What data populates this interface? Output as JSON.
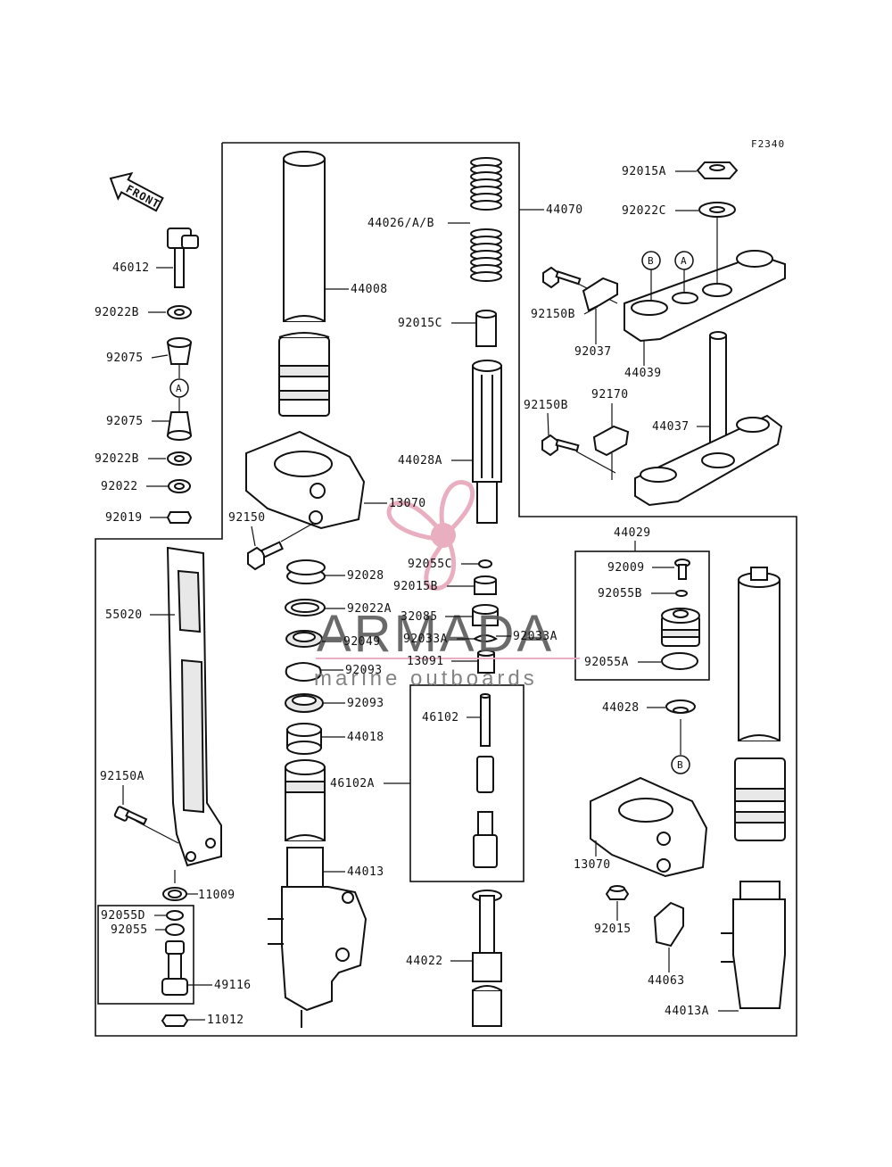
{
  "figure_id": "F2340",
  "front_label": "FRONT",
  "watermark": {
    "title": "ARMADA",
    "subtitle": "marine outboards"
  },
  "callout_letters": {
    "a": "A",
    "b": "B"
  },
  "labels": {
    "p46012": "46012",
    "p92022B_1": "92022B",
    "p92075_1": "92075",
    "p92075_2": "92075",
    "p92022B_2": "92022B",
    "p92022": "92022",
    "p92019": "92019",
    "p55020": "55020",
    "p92150A": "92150A",
    "p11009": "11009",
    "p92055D": "92055D",
    "p92055": "92055",
    "p49116": "49116",
    "p11012": "11012",
    "p44008": "44008",
    "p13070_1": "13070",
    "p92150": "92150",
    "p92028": "92028",
    "p92022A": "92022A",
    "p92049": "92049",
    "p92093_1": "92093",
    "p92093_2": "92093",
    "p44018": "44018",
    "p46102A": "46102A",
    "p44013": "44013",
    "p44026": "44026/A/B",
    "p44070": "44070",
    "p92015C": "92015C",
    "p44028A": "44028A",
    "p92055C": "92055C",
    "p92015B": "92015B",
    "p32085": "32085",
    "p92033A_1": "92033A",
    "p92033A_2": "92033A",
    "p13091": "13091",
    "p46102": "46102",
    "p44022": "44022",
    "p92015A": "92015A",
    "p92022C": "92022C",
    "p92150B_1": "92150B",
    "p92037": "92037",
    "p44039": "44039",
    "p92150B_2": "92150B",
    "p92170": "92170",
    "p44037": "44037",
    "p44029": "44029",
    "p92009": "92009",
    "p92055B": "92055B",
    "p92055A": "92055A",
    "p44028": "44028",
    "p13070_2": "13070",
    "p92015": "92015",
    "p44063": "44063",
    "p44013A": "44013A"
  }
}
